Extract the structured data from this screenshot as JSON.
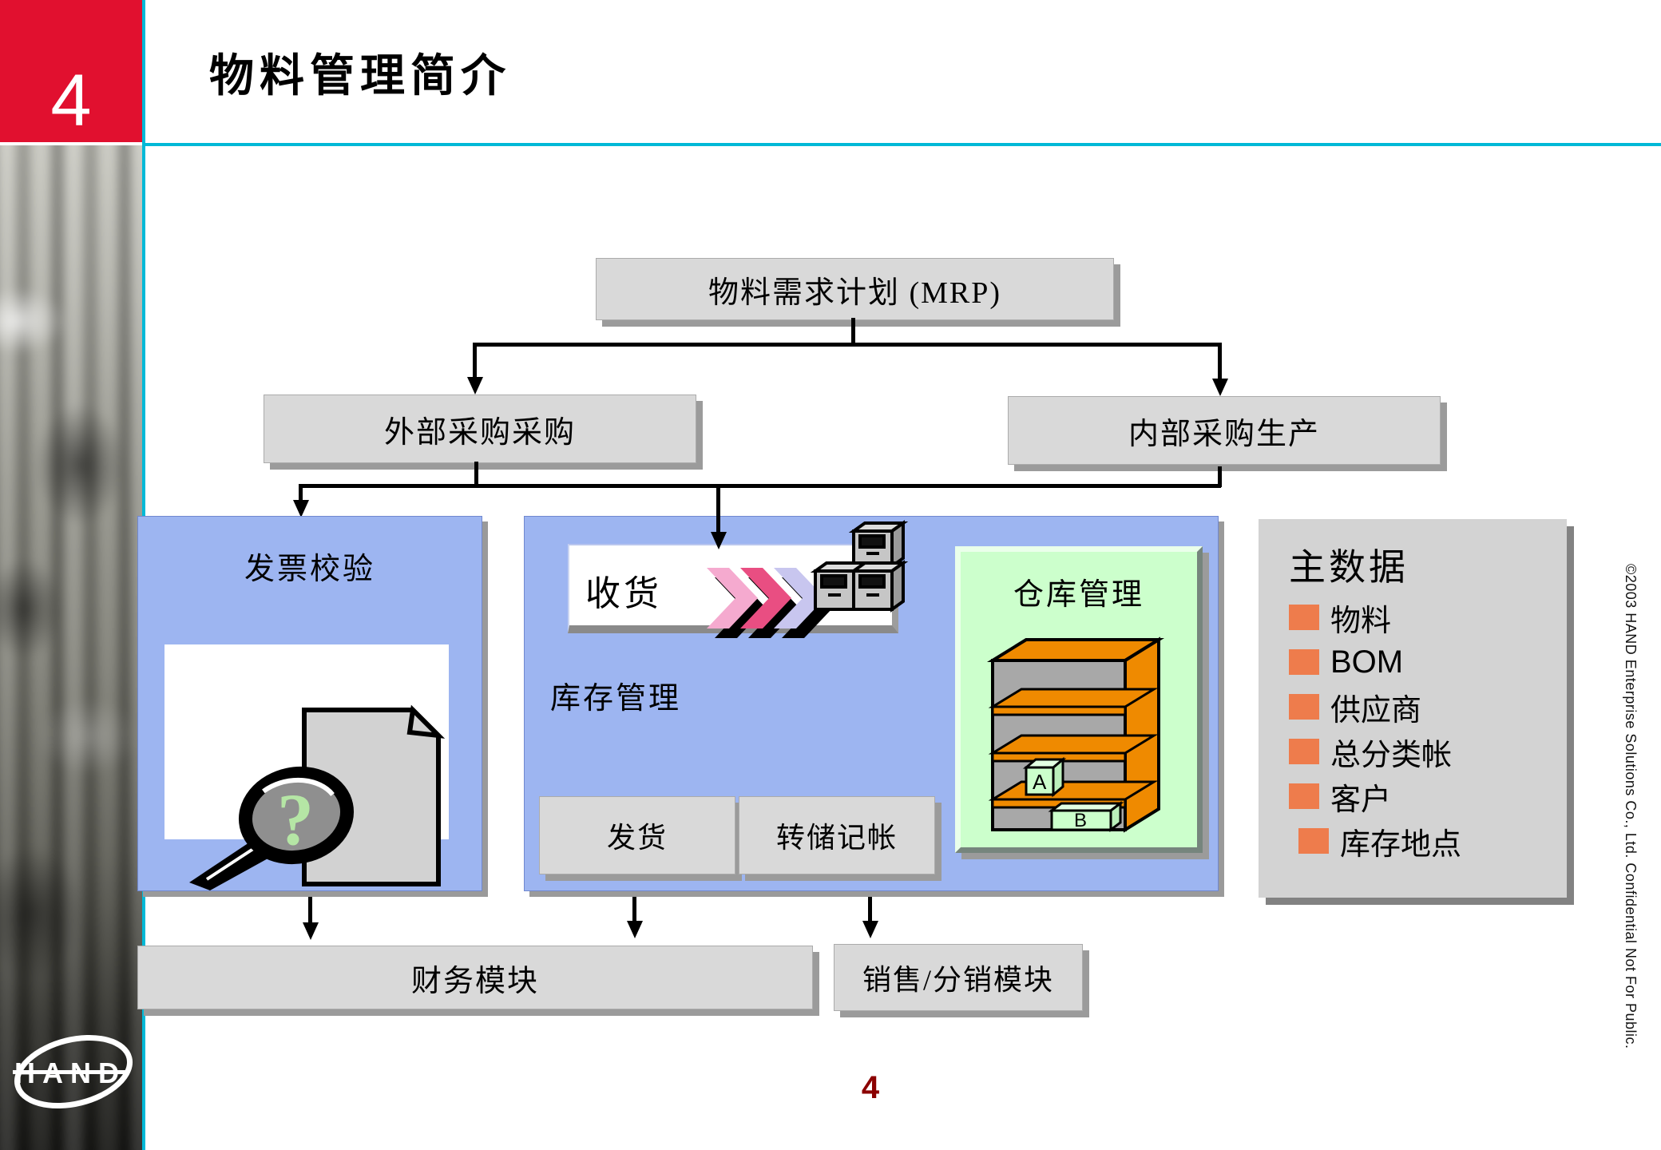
{
  "slide": {
    "section_number": "4",
    "title": "物料管理简介",
    "footer_page_number": "4",
    "copyright_vertical": "©2003 HAND Enterprise Solutions Co., Ltd.  Confidential Not For Public.",
    "logo_text": "HAND"
  },
  "flowchart": {
    "mrp_box": "物料需求计划 (MRP)",
    "external_procurement_box": "外部采购采购",
    "internal_procurement_box": "内部采购生产",
    "invoice_panel": {
      "label": "发票校验"
    },
    "inventory_panel": {
      "receiving_label": "收货",
      "inventory_label": "库存管理",
      "goods_issue_box": "发货",
      "transfer_posting_box": "转储记帐"
    },
    "warehouse_panel": {
      "label": "仓库管理",
      "bin_a": "A",
      "bin_b": "B"
    },
    "finance_box": "财务模块",
    "sales_box": "销售/分销模块"
  },
  "master_data": {
    "title": "主数据",
    "items": [
      "物料",
      "BOM",
      "供应商",
      "总分类帐",
      "客户",
      "库存地点"
    ]
  },
  "icons": {
    "invoice_icon": "document-magnifier-question-icon",
    "receiving_icon": "triple-chevron-arrows-icon",
    "crates_icon": "stacked-crates-icon",
    "warehouse_icon": "shelf-rack-icon",
    "logo_icon": "hand-swoosh-logo"
  },
  "colors": {
    "accent_red": "#E1102F",
    "cyan_rule": "#00B9D7",
    "panel_blue": "#9DB5F1",
    "panel_green": "#CCFFCC",
    "box_gray": "#D9D9D9",
    "bullet_orange": "#EE7C4C",
    "shelf_orange": "#EF8A00",
    "page_number_red": "#8B0000"
  }
}
